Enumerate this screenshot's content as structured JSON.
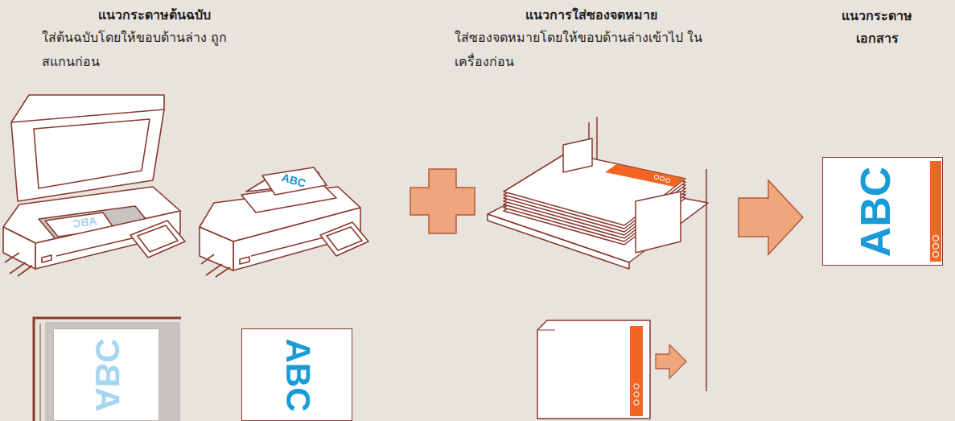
{
  "diagram": {
    "nodes": [
      {
        "text": [
          "ABC"
        ]
      },
      {
        "text": [
          "ABC"
        ]
      },
      {
        "text": [
          "ABC"
        ]
      }
    ],
    "labels": [
      "แนวกระดาษต้นฉบับ",
      "ใส่ต้นฉบับโดยให้ขอบด้านล่าง ถูกสแกนก่อน",
      "แนวการใส่ซองจดหมาย",
      "ใส่ซองจดหมายโดยให้ขอบด้านล่างเข้าไป ในเครื่องก่อน",
      "แนวกระดาษ เอกสาร",
      "ABC",
      "ABC"
    ]
  }
}
